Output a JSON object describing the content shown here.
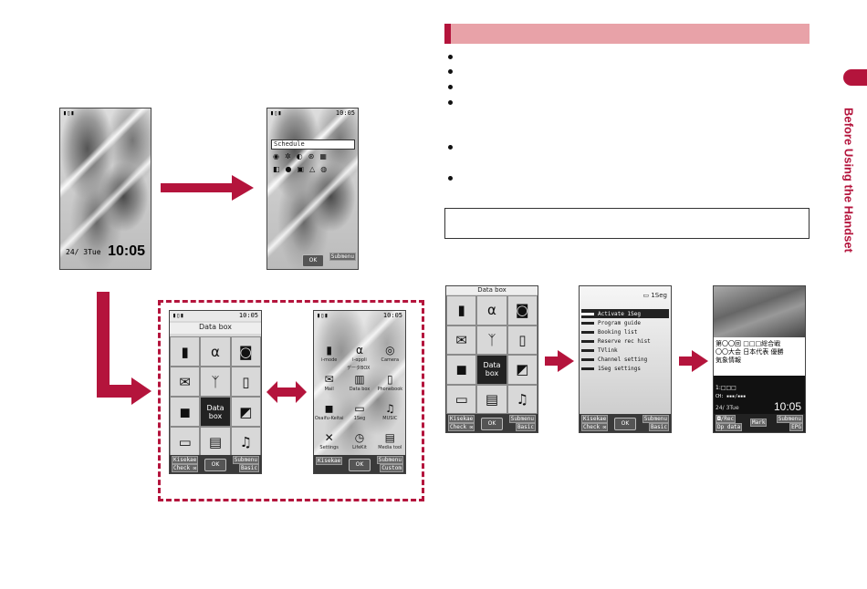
{
  "side_tab": {
    "label": "Before Using the Handset"
  },
  "phone_standby": {
    "status_time": "",
    "date": "24/ 3Tue",
    "clock": "10:05"
  },
  "phone_desktop": {
    "status_time": "10:05",
    "schedule_label": "Schedule",
    "ok": "OK",
    "submenu": "Submenu"
  },
  "phone_menu_basic": {
    "status_time": "10:05",
    "title": "Data box",
    "center_label_1": "Data",
    "center_label_2": "box",
    "softkeys": {
      "left_top": "Kisekae",
      "left_bottom": "Check ✉",
      "ok": "OK",
      "right_top": "Submenu",
      "right_bottom": "Basic"
    }
  },
  "phone_menu_custom": {
    "status_time": "10:05",
    "items": [
      "i-mode",
      "i-αppli",
      "Camera",
      "Mail",
      "Data box",
      "Phonebook",
      "Osaifu-Keitai",
      "1Seg",
      "MUSIC",
      "Settings",
      "LifeKit",
      "Media tool"
    ],
    "data_box_jp": "データBOX",
    "softkeys": {
      "left": "Kisekae",
      "ok": "OK",
      "right_top": "Submenu",
      "right_bottom": "Custom"
    }
  },
  "phone_small_menu": {
    "title": "Data box",
    "center_label_1": "Data",
    "center_label_2": "box",
    "softkeys": {
      "left_top": "Kisekae",
      "left_bottom": "Check ✉",
      "ok": "OK",
      "right_top": "Submenu",
      "right_bottom": "Basic"
    }
  },
  "phone_1seg_menu": {
    "header": "1Seg",
    "items": [
      "Activate 1Seg",
      "Program guide",
      "Booking list",
      "Reserve rec hist",
      "TVlink",
      "Channel setting",
      "1Seg settings"
    ],
    "softkeys": {
      "left_top": "Kisekae",
      "left_bottom": "Check ✉",
      "ok": "OK",
      "right_top": "Submenu",
      "right_bottom": "Basic"
    }
  },
  "phone_tv": {
    "caption_1": "第〇〇回 □□□総合戦",
    "caption_2": "〇〇大会 日本代表 優勝",
    "caption_3": "気象情報",
    "channel": "1:□□□",
    "info": "CH: ▪▪▪/▪▪▪",
    "clock": "10:05",
    "date": "24/ 3Tue",
    "softkeys": {
      "left_top": "◘/Rec",
      "left_bottom": "Dp data",
      "mid": "Mark",
      "right_top": "Submenu",
      "right_bottom": "EPG"
    }
  },
  "colors": {
    "accent": "#b4143c",
    "header_band": "#e8a2a8",
    "tab": "#c0143c"
  }
}
